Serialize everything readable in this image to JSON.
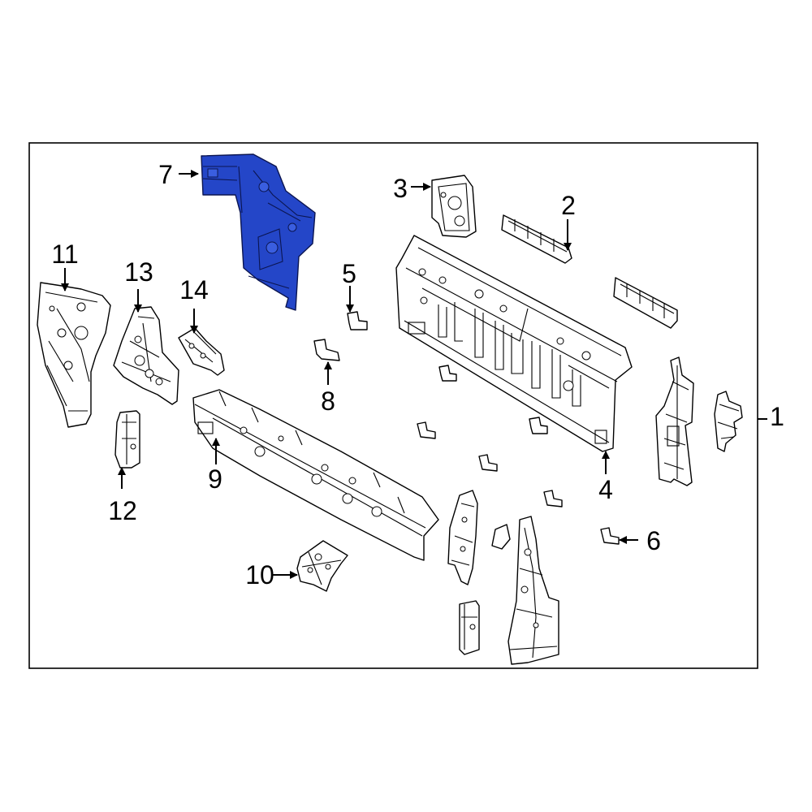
{
  "diagram": {
    "highlight_color": "#2446c8",
    "callouts": {
      "c1": "1",
      "c2": "2",
      "c3": "3",
      "c4": "4",
      "c5": "5",
      "c6": "6",
      "c7": "7",
      "c8": "8",
      "c9": "9",
      "c10": "10",
      "c11": "11",
      "c12": "12",
      "c13": "13",
      "c14": "14"
    }
  }
}
